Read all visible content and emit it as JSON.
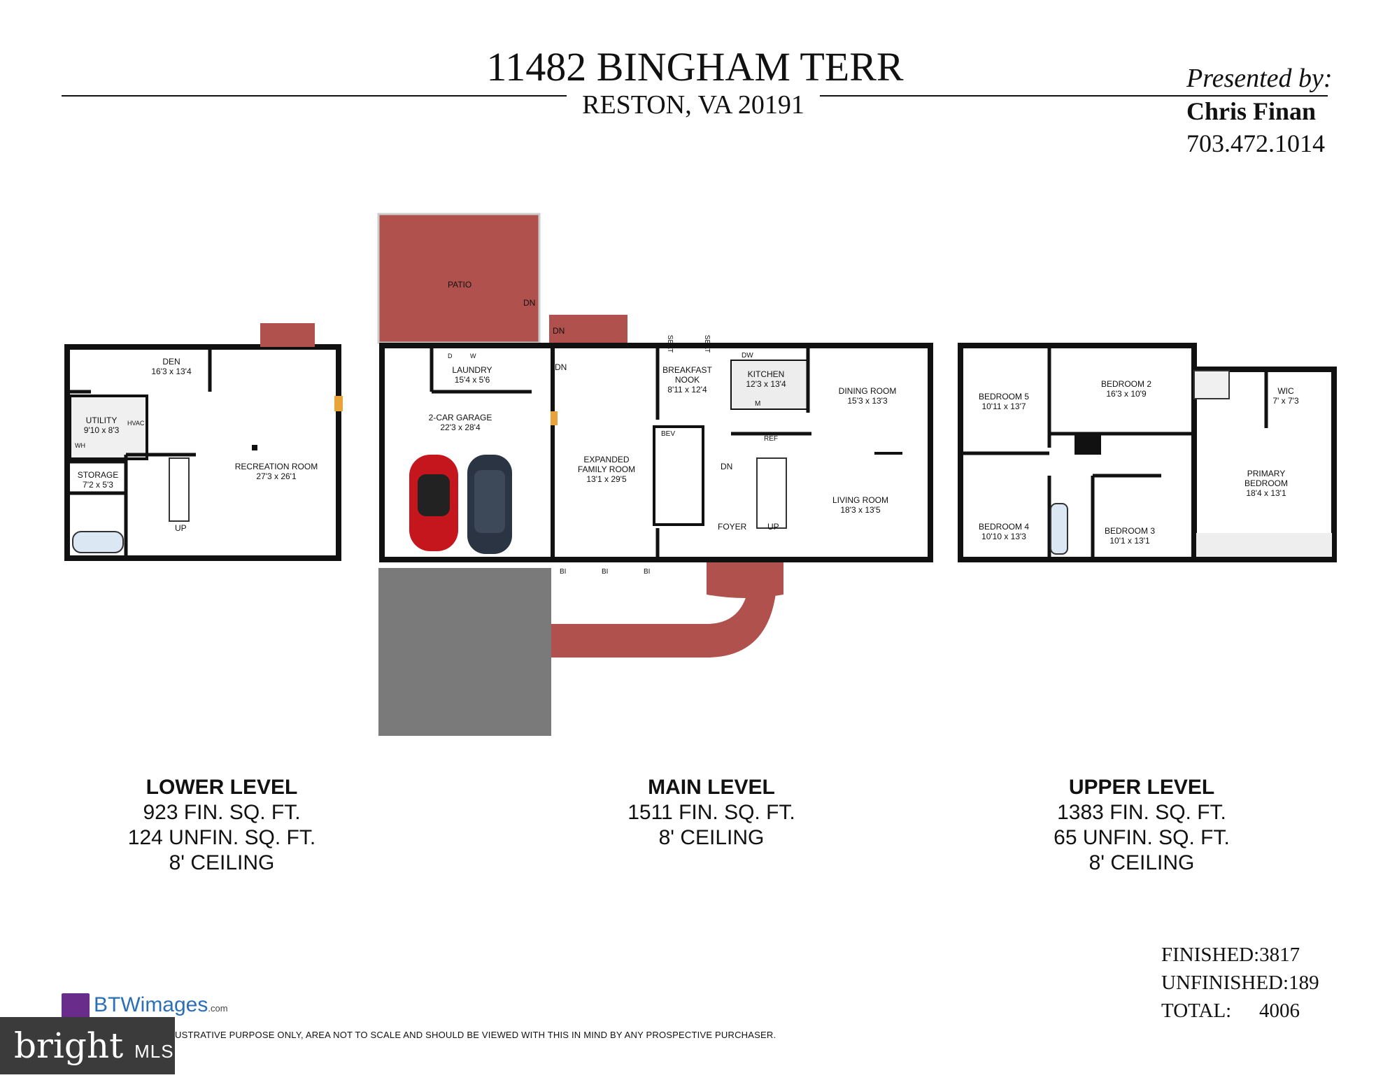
{
  "header": {
    "address": "11482 BINGHAM TERR",
    "city": "RESTON, VA 20191",
    "presented_label": "Presented by:",
    "agent_name": "Chris Finan",
    "agent_phone": "703.472.1014"
  },
  "levels": [
    {
      "name": "LOWER LEVEL",
      "lines": [
        "923 FIN. SQ. FT.",
        "124 UNFIN. SQ. FT.",
        "8' CEILING"
      ]
    },
    {
      "name": "MAIN LEVEL",
      "lines": [
        "1511 FIN. SQ. FT.",
        "8' CEILING"
      ]
    },
    {
      "name": "UPPER LEVEL",
      "lines": [
        "1383 FIN. SQ. FT.",
        "65 UNFIN. SQ. FT.",
        "8' CEILING"
      ]
    }
  ],
  "totals": {
    "finished_label": "FINISHED:",
    "finished": "3817",
    "unfinished_label": "UNFINISHED:",
    "unfinished": "189",
    "total_label": "TOTAL:",
    "total": "4006"
  },
  "footer": {
    "disclaimer": "USTRATIVE PURPOSE ONLY, AREA NOT TO SCALE AND SHOULD BE VIEWED WITH THIS IN MIND BY ANY PROSPECTIVE PURCHASER.",
    "btw_brand": "BTWimages",
    "btw_suffix": ".com",
    "bright_brand": "bright",
    "bright_mls": "MLS"
  },
  "rooms": {
    "den": "DEN",
    "den_size": "16'3 x 13'4",
    "utility": "UTILITY",
    "utility_size": "9'10 x 8'3",
    "storage": "STORAGE",
    "storage_size": "7'2 x 5'3",
    "recreation": "RECREATION ROOM",
    "recreation_size": "27'3 x 26'1",
    "wh": "WH",
    "hvac": "HVAC",
    "up": "UP",
    "patio": "PATIO",
    "dn": "DN",
    "laundry": "LAUNDRY",
    "laundry_size": "15'4 x 5'6",
    "d": "D",
    "w": "W",
    "garage": "2-CAR GARAGE",
    "garage_size": "22'3 x 28'4",
    "seat": "SEAT",
    "nook_1": "BREAKFAST",
    "nook_2": "NOOK",
    "nook_size": "8'11 x 12'4",
    "kitchen": "KITCHEN",
    "kitchen_size": "12'3 x 13'4",
    "dw": "DW",
    "m": "M",
    "ref": "REF",
    "bev": "BEV",
    "bi": "BI",
    "family_1": "EXPANDED",
    "family_2": "FAMILY ROOM",
    "family_size": "13'1 x 29'5",
    "dining": "DINING ROOM",
    "dining_size": "15'3 x 13'3",
    "living": "LIVING ROOM",
    "living_size": "18'3 x 13'5",
    "foyer": "FOYER",
    "bed5": "BEDROOM 5",
    "bed5_size": "10'11 x 13'7",
    "bed2": "BEDROOM 2",
    "bed2_size": "16'3 x 10'9",
    "wic": "WIC",
    "wic_size": "7' x 7'3",
    "primary_1": "PRIMARY",
    "primary_2": "BEDROOM",
    "primary_size": "18'4 x 13'1",
    "bed4": "BEDROOM 4",
    "bed4_size": "10'10 x 13'3",
    "bed3": "BEDROOM 3",
    "bed3_size": "10'1 x 13'1"
  },
  "colors": {
    "wall": "#111111",
    "brick": "#b0514d",
    "driveway": "#7a7a7a",
    "car_red": "#c4161c",
    "car_dark": "#2b3442"
  }
}
